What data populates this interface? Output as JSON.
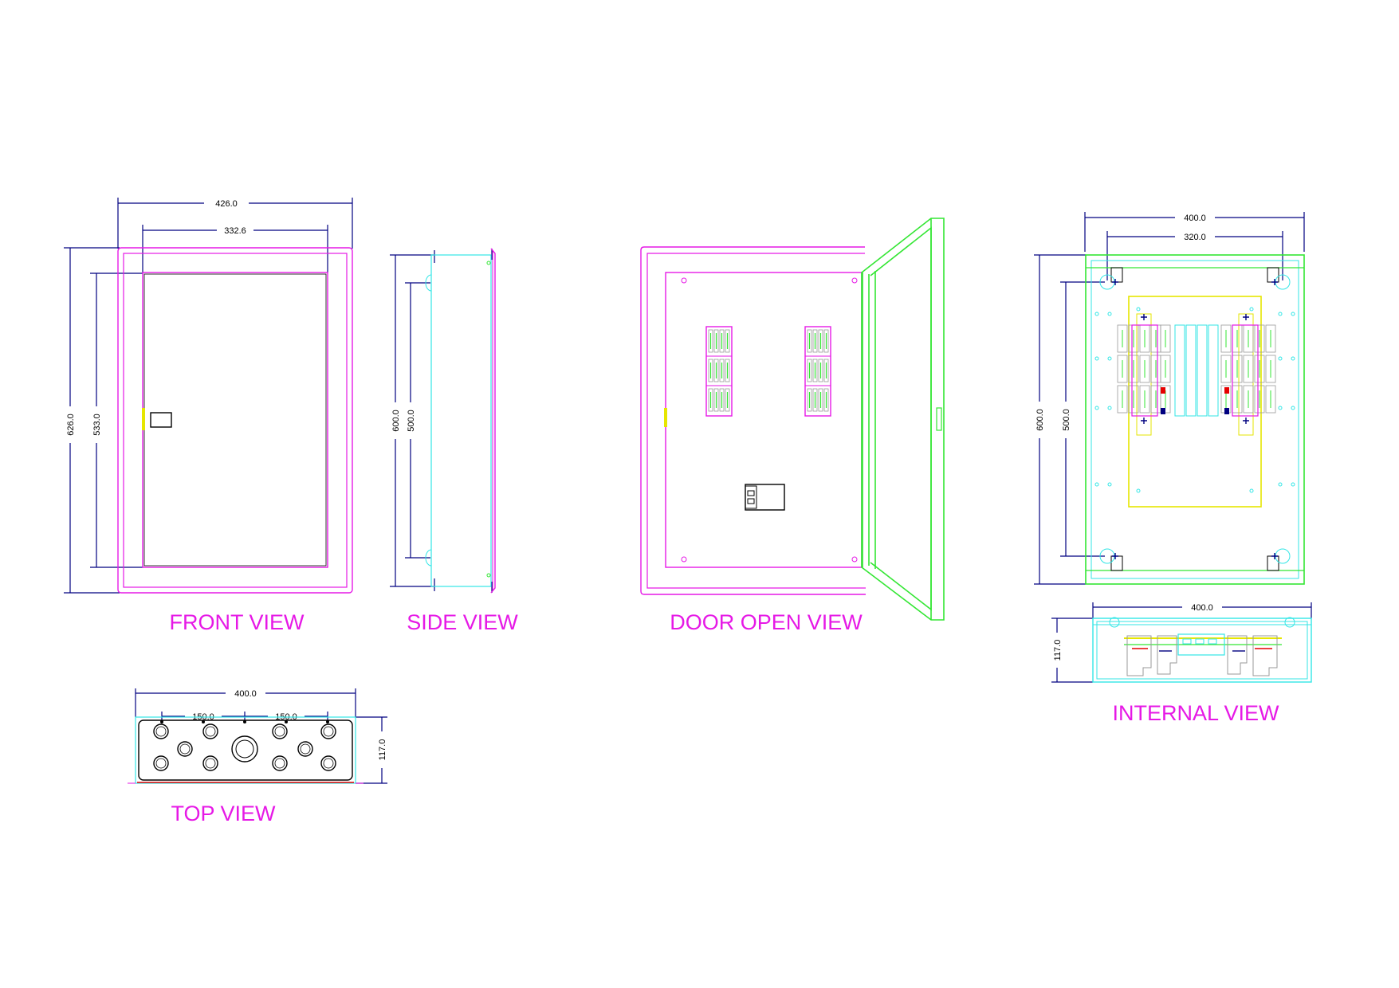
{
  "colors": {
    "magenta": "#e619e6",
    "cyan": "#33e6e6",
    "green": "#33e633",
    "yellow": "#e6e600",
    "blue": "#000080",
    "black": "#000000",
    "red": "#e60000",
    "gray": "#999999"
  },
  "views": {
    "front": {
      "title": "FRONT VIEW",
      "dims": {
        "overall_width": "426.0",
        "door_width": "332.6",
        "overall_height": "626.0",
        "door_height": "533.0"
      }
    },
    "side": {
      "title": "SIDE VIEW",
      "dims": {
        "height": "600.0",
        "inner_height": "500.0"
      }
    },
    "door_open": {
      "title": "DOOR OPEN VIEW"
    },
    "internal": {
      "title": "INTERNAL VIEW",
      "dims": {
        "width": "400.0",
        "mount_width": "320.0",
        "height": "600.0",
        "mount_height": "500.0",
        "bottom_width": "400.0",
        "depth": "117.0"
      }
    },
    "top": {
      "title": "TOP  VIEW",
      "dims": {
        "width": "400.0",
        "spacing_left": "150.0",
        "spacing_right": "150.0",
        "depth": "117.0"
      }
    }
  }
}
